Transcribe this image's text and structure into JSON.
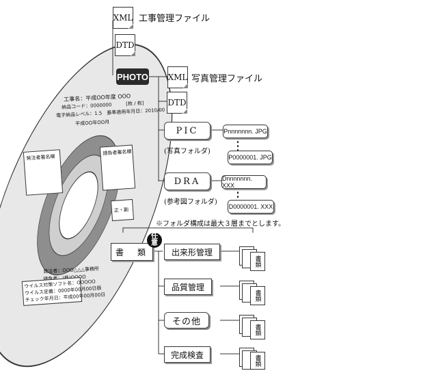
{
  "top_files": {
    "xml": "XML",
    "xml_label": "工事管理ファイル",
    "dtd": "DTD"
  },
  "photo_folder": {
    "name": "PHOTO",
    "xml": "XML",
    "xml_label": "写真管理ファイル",
    "dtd": "DTD"
  },
  "pic": {
    "name": "PIC",
    "caption": "(写真フォルダ)",
    "file_first": "Pnnnnnnn. JPG",
    "file_last": "P0000001. JPG"
  },
  "dra": {
    "name": "DRA",
    "caption": "(参考図フォルダ)",
    "file_first": "Dnnnnnnn. XXX",
    "file_last": "D0000001. XXX"
  },
  "disc": {
    "line1": "工事名：平成OO年度 OOO",
    "line2": "納品コード：0000000　　　[枚 / 枚]",
    "line3": "電子納品レベル：1.5　基準適用年月日：2010/00",
    "line4": "平成OO年OO月",
    "box_left": "発注者署名欄",
    "box_right": "請負者署名欄",
    "box_small": "正・副",
    "line5": "発注者：OOO△△△事務所",
    "line6": "請負者：(株)OOOO",
    "virus1": "ウイルス対策ソフト名：OOOOO",
    "virus2": "ウイルス定義：0000年00月00日版",
    "virus3": "チェック年月日：平成00年00月00日"
  },
  "note": "※フォルダ構成は最大３層までとします。",
  "documents": {
    "root": "書　類",
    "seal": "任",
    "seal2": "意",
    "items": [
      "出来形管理",
      "品質管理",
      "その他",
      "完成検査"
    ],
    "stack_label": "書類"
  }
}
